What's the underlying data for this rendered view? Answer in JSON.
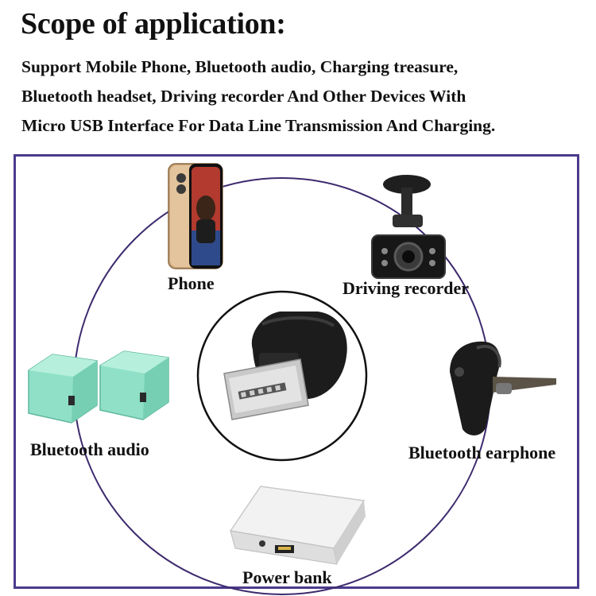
{
  "header": {
    "title": "Scope of application:",
    "description_lines": [
      "Support Mobile Phone, Bluetooth audio, Charging treasure,",
      "Bluetooth headset, Driving recorder And Other Devices With",
      "Micro USB Interface For Data Line Transmission And Charging."
    ]
  },
  "diagram": {
    "ring_color": "#3d2a6e",
    "frame_color": "#4b3a8c",
    "devices": [
      {
        "id": "phone",
        "label": "Phone",
        "icon": "smartphone-icon"
      },
      {
        "id": "driving-recorder",
        "label": "Driving recorder",
        "icon": "dashcam-icon"
      },
      {
        "id": "bluetooth-audio",
        "label": "Bluetooth audio",
        "icon": "speaker-cube-icon"
      },
      {
        "id": "bluetooth-earphone",
        "label": "Bluetooth earphone",
        "icon": "earpiece-icon"
      },
      {
        "id": "power-bank",
        "label": "Power bank",
        "icon": "power-bank-icon"
      }
    ],
    "center": {
      "icon": "micro-usb-connector-icon"
    }
  }
}
